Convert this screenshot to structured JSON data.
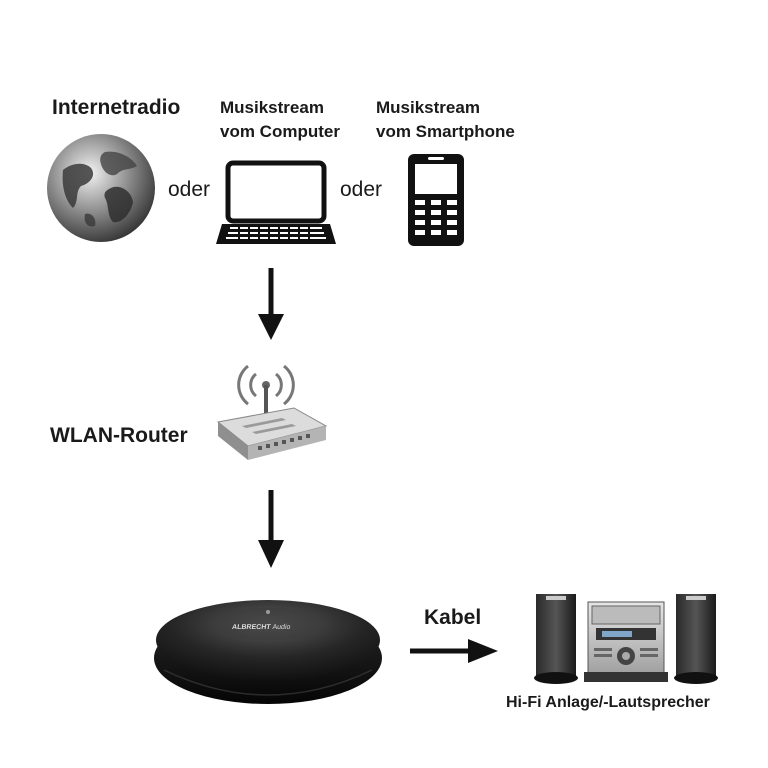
{
  "sources": {
    "internetradio": "Internetradio",
    "computer_line1": "Musikstream",
    "computer_line2": "vom Computer",
    "smartphone_line1": "Musikstream",
    "smartphone_line2": "vom Smartphone",
    "or1": "oder",
    "or2": "oder"
  },
  "router": {
    "label": "WLAN-Router"
  },
  "receiver": {
    "brand": "ALBRECHT",
    "brand_sub": "Audio"
  },
  "connection": {
    "label": "Kabel"
  },
  "hifi": {
    "label": "Hi-Fi Anlage/-Lautsprecher"
  }
}
